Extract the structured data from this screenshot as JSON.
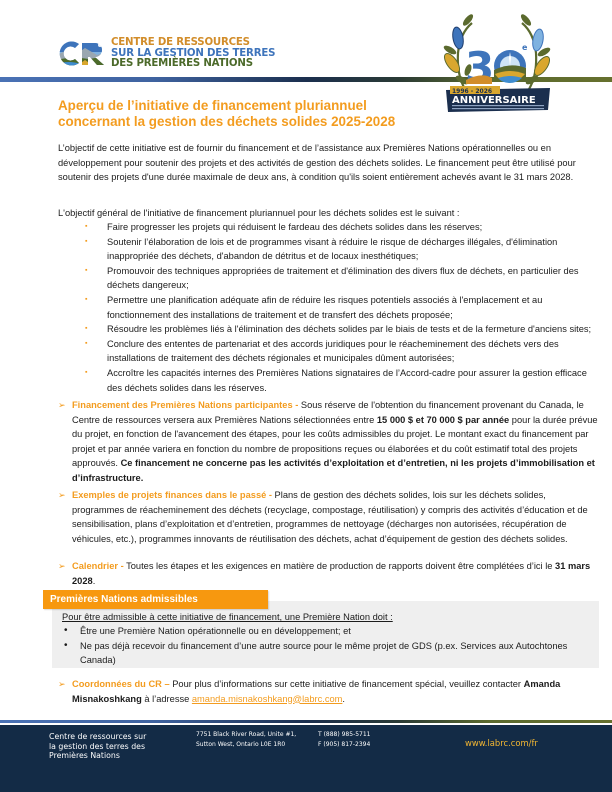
{
  "header": {
    "logo": {
      "mark": "CR",
      "line1": "CENTRE DE RESSOURCES",
      "line2": "SUR LA GESTION DES TERRES",
      "line3": "DES PREMIÈRES NATIONS"
    },
    "badge": {
      "number": "30",
      "superscript": "e",
      "years": "1996 - 2026",
      "label": "ANNIVERSAIRE"
    }
  },
  "title": {
    "line1": "Aperçu de l’initiative de financement pluriannuel",
    "line2": "concernant la gestion des déchets solides 2025-2028"
  },
  "intro": "L’objectif de cette initiative est de fournir du financement et de l’assistance aux Premières Nations opérationnelles ou en développement pour soutenir des projets et des activités de gestion des déchets solides. Le financement peut être utilisé pour soutenir des projets d'une durée maximale de deux ans, à condition qu'ils soient entièrement achevés avant le 31 mars 2028.",
  "goals": {
    "lead": "L'objectif général de l'initiative de financement pluriannuel pour les déchets solides est le suivant :",
    "items": [
      "Faire progresser les projets qui réduisent le fardeau des déchets solides dans les réserves;",
      "Soutenir l’élaboration de lois et de programmes visant à réduire le risque de décharges illégales, d'élimination inappropriée des déchets, d'abandon de détritus et de locaux inesthétiques;",
      "Promouvoir des techniques appropriées de traitement et d'élimination des divers flux de déchets, en particulier des déchets dangereux;",
      "Permettre une planification adéquate afin de réduire les risques potentiels associés à l'emplacement et au fonctionnement des installations de traitement et de transfert des déchets proposée;",
      "Résoudre les problèmes liés à l'élimination des déchets solides par le biais de tests et de la fermeture d'anciens sites;",
      "Conclure des ententes de partenariat et des accords juridiques pour le réacheminement des déchets vers des installations de traitement des déchets régionales et municipales dûment autorisées;",
      "Accroître les capacités internes des Premières Nations signataires de l’Accord-cadre pour assurer la gestion efficace des déchets solides dans les réserves."
    ]
  },
  "sections": {
    "funding": {
      "heading": "Financement des Premières Nations participantes -",
      "text1": " Sous réserve de l'obtention du financement provenant du Canada, le Centre de ressources versera aux Premières Nations sélectionnées entre ",
      "amount": "15 000 $ et 70 000 $ par année",
      "text2": " pour la durée prévue du projet, en fonction de l'avancement des étapes, pour les coûts admissibles du projet. Le montant exact du financement par projet et par année variera en fonction du nombre de propositions reçues ou élaborées et du coût estimatif total des projets approuvés. ",
      "note": "Ce financement ne concerne pas les activités d’exploitation et d’entretien, ni les projets d’immobilisation et d’infrastructure."
    },
    "examples": {
      "heading": "Exemples de projets finances dans le passé -",
      "text": " Plans de gestion des déchets solides, lois sur les déchets solides, programmes de réacheminement des déchets (recyclage, compostage, réutilisation) y compris des activités d’éducation et de sensibilisation, plans d’exploitation et d’entretien, programmes de nettoyage (décharges non autorisées, récupération de véhicules, etc.), programmes innovants de réutilisation des déchets, achat d’équipement de gestion des déchets solides."
    },
    "calendar": {
      "heading": "Calendrier -",
      "text": " Toutes les étapes et les exigences en matière de production de rapports doivent être complétées d’ici le ",
      "date": "31 mars 2028",
      "end": "."
    },
    "contact": {
      "heading": "Coordonnées du CR –",
      "text1": " Pour plus d’informations sur cette initiative de financement spécial, veuillez contacter ",
      "name": "Amanda Misnakoshkang",
      "text2": " à l’adresse ",
      "email": "amanda.misnakoshkang@labrc.com",
      "end": "."
    }
  },
  "eligibility": {
    "tab": "Premières Nations admissibles",
    "lead": "Pour être admissible à cette initiative de financement, une Première Nation doit :",
    "items": [
      "Être une Première Nation opérationnelle ou en développement; et",
      "Ne pas déjà recevoir du financement d’une autre source pour le même projet de GDS (p.ex. Services aux Autochtones Canada)"
    ]
  },
  "footer": {
    "org": [
      "Centre de ressources sur",
      "la gestion des terres des",
      "Premières Nations"
    ],
    "address": [
      "7751 Black River Road, Unite #1,",
      "Sutton West, Ontario  L0E 1R0"
    ],
    "phone": [
      "T (888) 985-5711",
      "F (905) 817-2394"
    ],
    "website": "www.labrc.com/fr"
  },
  "colors": {
    "accent_orange": "#f39c1f",
    "tab_orange": "#f7980f",
    "footer_navy": "#132b46",
    "footer_link": "#f2b632",
    "logo_gold": "#d28d2a",
    "logo_blue": "#3e74bb",
    "logo_green": "#4c6a2a",
    "box_grey": "#efefef"
  }
}
